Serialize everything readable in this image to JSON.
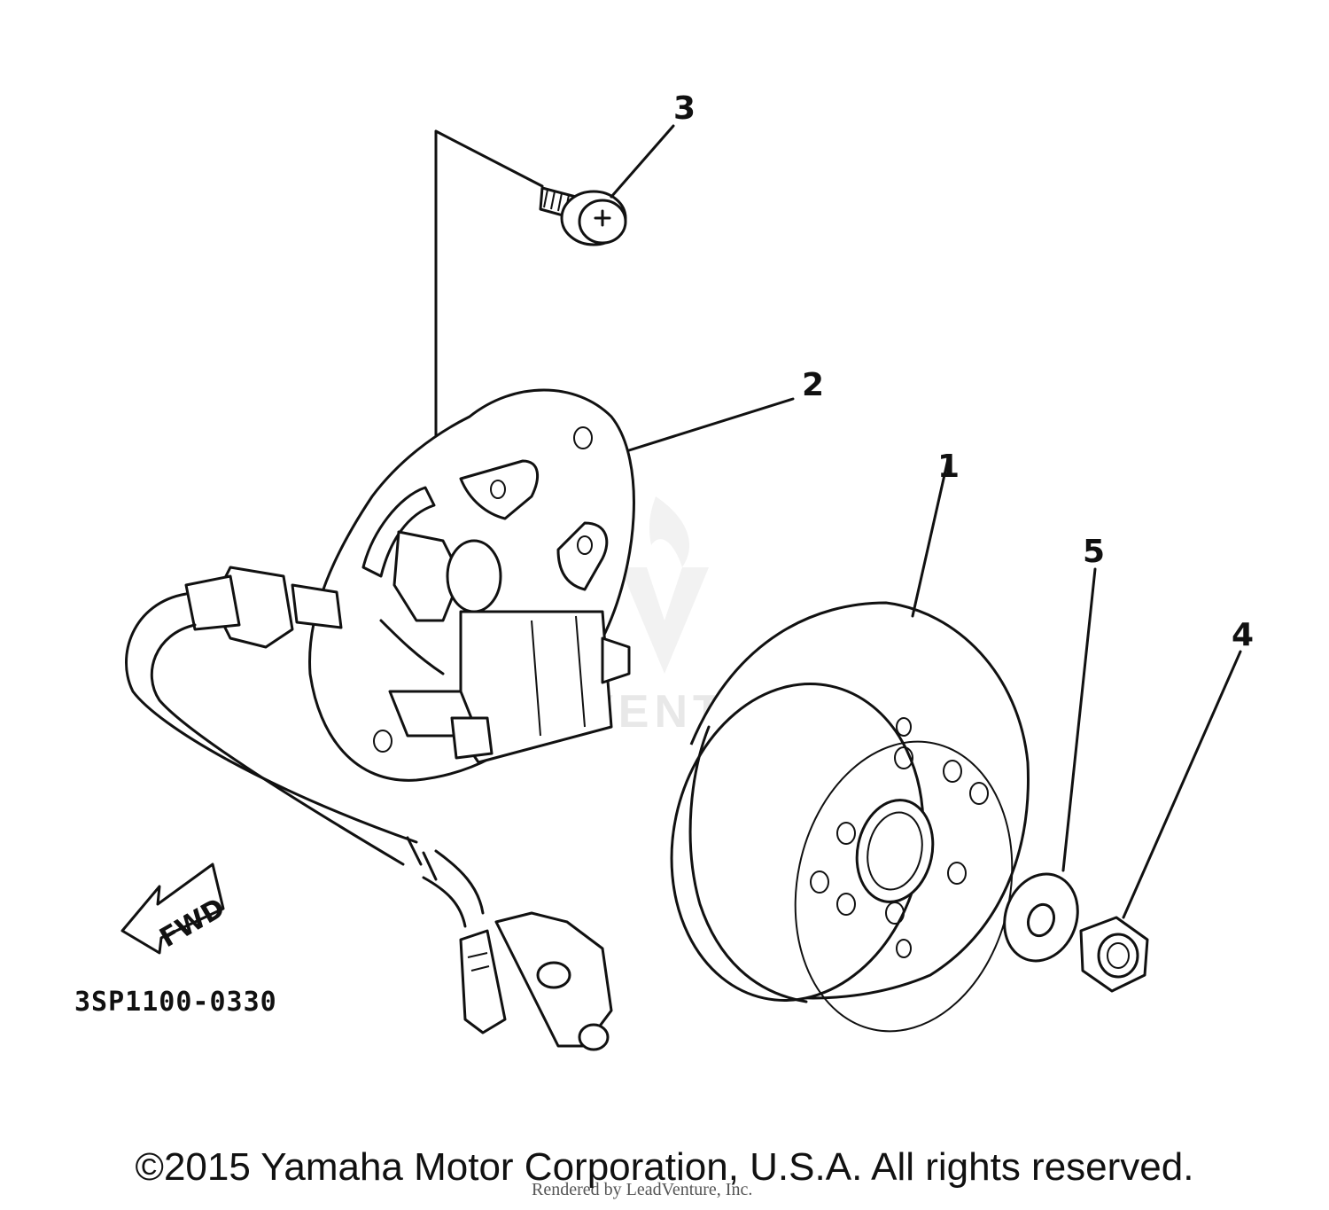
{
  "diagram": {
    "callouts": {
      "c1": "1",
      "c2": "2",
      "c3": "3",
      "c4": "4",
      "c5": "5"
    },
    "fwd_label": "FWD",
    "figure_code": "3SP1100-0330",
    "watermark_text": "ADVENTURE",
    "rendered_by": "Rendered by LeadVenture, Inc.",
    "copyright": "©2015 Yamaha Motor Corporation, U.S.A. All rights reserved."
  }
}
